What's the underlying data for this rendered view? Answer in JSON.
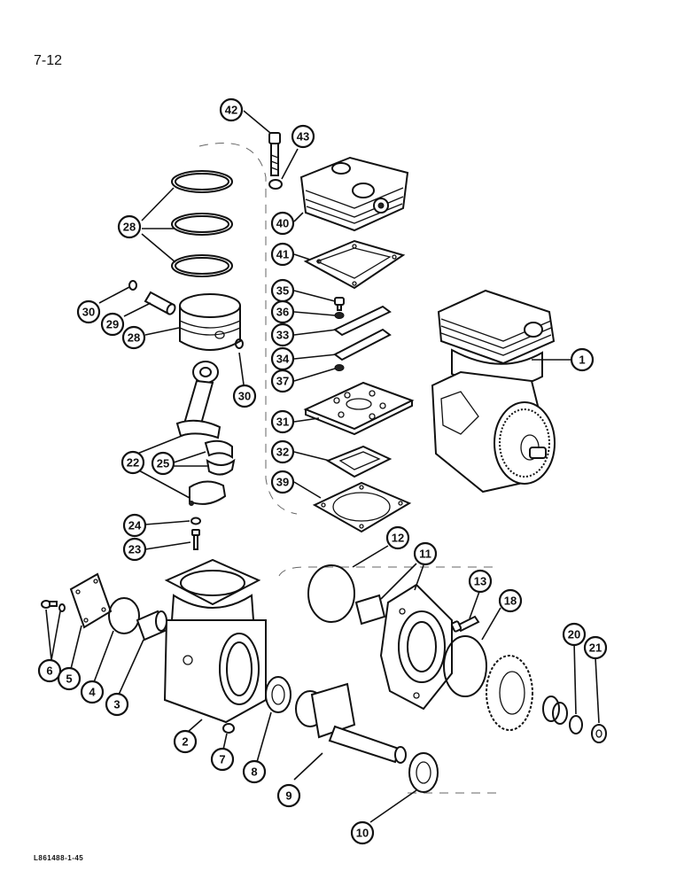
{
  "page_number": "7-12",
  "drawing_code": "L861488-1-45",
  "callouts": {
    "c1": "1",
    "c2": "2",
    "c3": "3",
    "c4": "4",
    "c5": "5",
    "c6": "6",
    "c7": "7",
    "c8": "8",
    "c9": "9",
    "c10": "10",
    "c11": "11",
    "c12": "12",
    "c13": "13",
    "c18": "18",
    "c20": "20",
    "c21": "21",
    "c22": "22",
    "c23": "23",
    "c24": "24",
    "c25": "25",
    "c28a": "28",
    "c28b": "28",
    "c29": "29",
    "c30a": "30",
    "c30b": "30",
    "c31": "31",
    "c32": "32",
    "c33": "33",
    "c34": "34",
    "c35": "35",
    "c36": "36",
    "c37": "37",
    "c39": "39",
    "c40": "40",
    "c41": "41",
    "c42": "42",
    "c43": "43"
  }
}
